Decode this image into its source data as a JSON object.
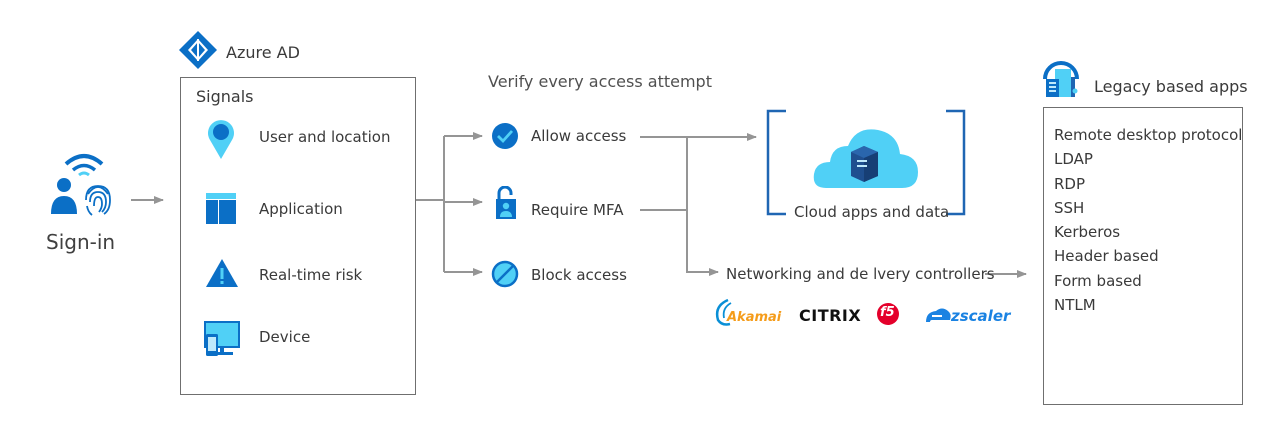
{
  "signin": {
    "label": "Sign-in",
    "icon": "user-fingerprint-wifi-icon"
  },
  "azure_ad": {
    "title": "Azure AD",
    "icon": "azure-ad-diamond-icon",
    "signals_title": "Signals",
    "signals": [
      {
        "label": "User and location",
        "icon": "location-pin-icon"
      },
      {
        "label": "Application",
        "icon": "application-window-icon"
      },
      {
        "label": "Real-time risk",
        "icon": "warning-triangle-icon"
      },
      {
        "label": "Device",
        "icon": "device-monitor-icon"
      }
    ]
  },
  "verify": {
    "title": "Verify every access attempt",
    "decisions": [
      {
        "label": "Allow access",
        "icon": "checkmark-circle-icon"
      },
      {
        "label": "Require MFA",
        "icon": "unlocked-padlock-user-icon"
      },
      {
        "label": "Block access",
        "icon": "block-circle-icon"
      }
    ]
  },
  "cloud": {
    "label": "Cloud apps and data",
    "icon": "cloud-server-icon"
  },
  "networking": {
    "label": "Networking and de lvery controllers",
    "vendors": [
      "Akamai",
      "CITRIX",
      "f5",
      "zscaler"
    ]
  },
  "legacy": {
    "title": "Legacy based apps",
    "icon": "legacy-building-icon",
    "items": [
      "Remote desktop protocol",
      "LDAP",
      "RDP",
      "SSH",
      "Kerberos",
      "Header based",
      "Form based",
      "NTLM"
    ]
  },
  "colors": {
    "primary_blue": "#0b6fc6",
    "light_blue": "#50d0f6",
    "connector_gray": "#959595",
    "bracket_blue": "#1f66b3"
  }
}
